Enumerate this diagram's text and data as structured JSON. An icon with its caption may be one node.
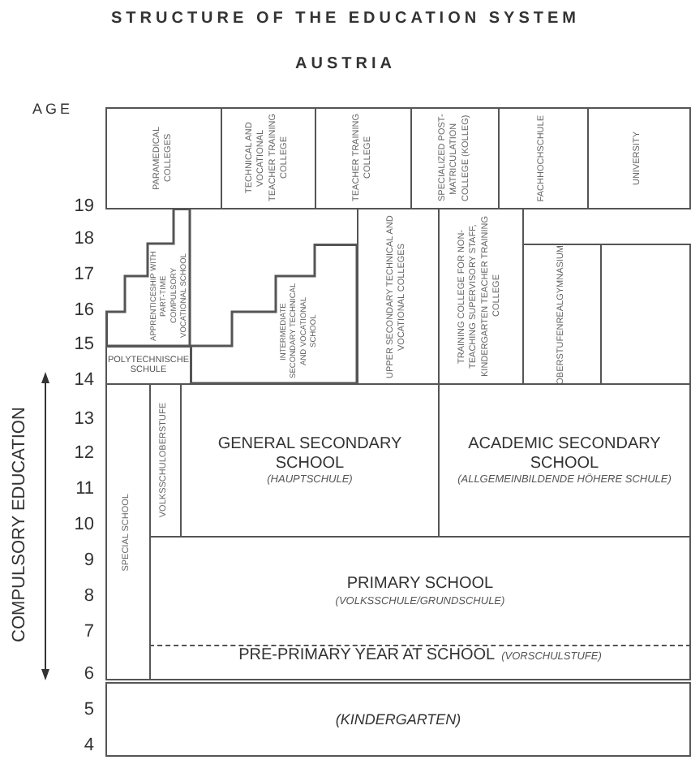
{
  "diagram": {
    "title": "STRUCTURE OF THE EDUCATION SYSTEM",
    "nodes": [
      {
        "text": [
          "PARAMEDICAL COLLEGES"
        ]
      },
      {
        "text": [
          "TECHNICAL AND VOCATIONAL TEACHER TRAINING COLLEGE"
        ]
      },
      {
        "text": [
          "TEACHER TRAINING COLLEGE"
        ]
      },
      {
        "text": [
          "SPECIALIZED POST-MATRICULATION COLLEGE (KOLLEG)"
        ]
      },
      {
        "text": [
          "FACHHOCHSCHULE"
        ]
      },
      {
        "text": [
          "UNIVERSITY"
        ]
      },
      {
        "text": [
          "APPRENTICESHIP WITH PART-TIME COMPULSORY VOCATIONAL SCHOOL"
        ]
      },
      {
        "text": [
          "INTERMEDIATE SECONDARY TECHNICAL AND VOCATIONAL SCHOOL"
        ]
      },
      {
        "text": [
          "UPPER SECONDARY TECHNICAL AND VOCATIONAL COLLEGES"
        ]
      },
      {
        "text": [
          "TRAINING COLLEGE FOR NON-TEACHING SUPERVISORY STAFF, KINDERGARTEN TEACHER TRAINING COLLEGE"
        ]
      },
      {
        "text": [
          "OBERSTUFENREALGYMNASIUM"
        ]
      },
      {
        "text": [],
        "shape": "box"
      },
      {
        "text": [
          "POLYTECHNISCHE SCHULE"
        ]
      },
      {
        "text": [
          "SPECIAL SCHOOL"
        ]
      },
      {
        "text": [
          "VOLKSSCHULOBERSTUFE"
        ]
      },
      {
        "text": [
          "GENERAL SECONDARY SCHOOL",
          "(HAUPTSCHULE)"
        ]
      },
      {
        "text": [
          "ACADEMIC SECONDARY SCHOOL",
          "(ALLGEMEINBILDENDE HÖHERE SCHULE)"
        ]
      },
      {
        "text": [
          "PRIMARY SCHOOL",
          "(VOLKSSCHULE/GRUNDSCHULE)"
        ]
      },
      {
        "text": [
          "PRE-PRIMARY YEAR AT SCHOOL",
          "(VORSCHULSTUFE)"
        ]
      },
      {
        "text": [
          "(KINDERGARTEN)"
        ]
      }
    ],
    "labels": [
      "AUSTRIA",
      "AGE",
      "19",
      "18",
      "17",
      "16",
      "15",
      "14",
      "13",
      "12",
      "11",
      "10",
      "9",
      "8",
      "7",
      "6",
      "5",
      "4",
      "COMPULSORY EDUCATION"
    ]
  }
}
